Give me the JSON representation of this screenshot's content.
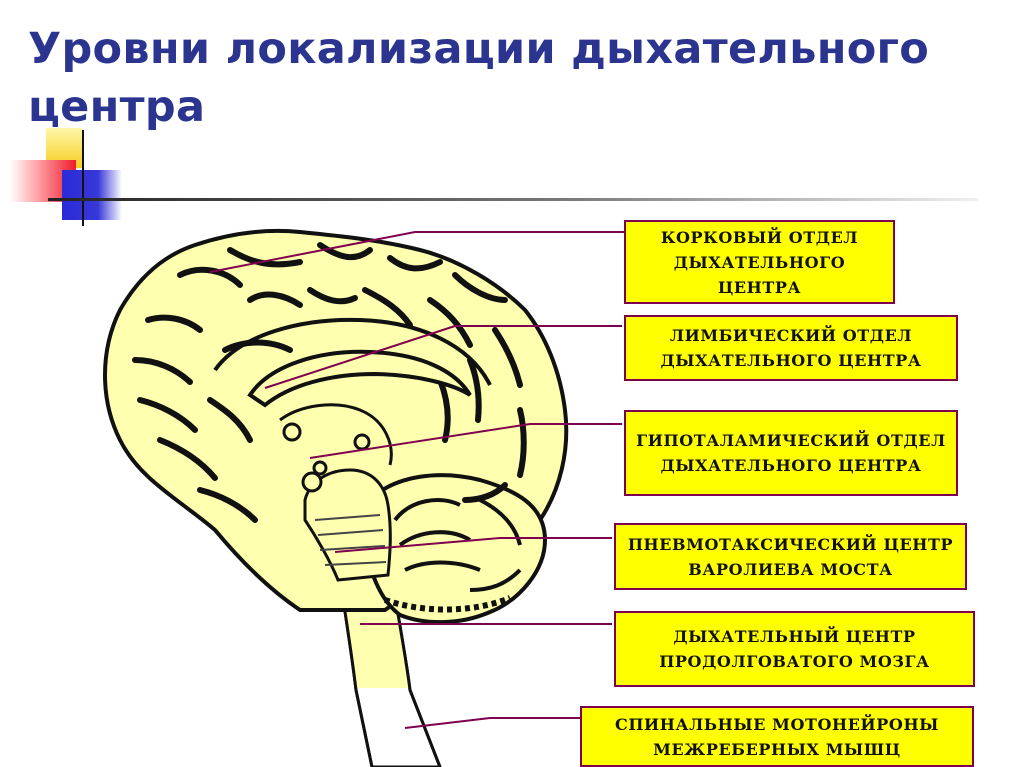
{
  "slide": {
    "title": "Уровни локализации дыхательного центра"
  },
  "colors": {
    "title": "#2b3590",
    "brain_fill": "#ffffb0",
    "label_fill": "#ffff00",
    "label_border": "#800050",
    "leader_line": "#800050"
  },
  "labels": [
    {
      "id": "cortical",
      "text": "КОРКОВЫЙ ОТДЕЛ ДЫХАТЕЛЬНОГО ЦЕНТРА"
    },
    {
      "id": "limbic",
      "text": "ЛИМБИЧЕСКИЙ ОТДЕЛ ДЫХАТЕЛЬНОГО ЦЕНТРА"
    },
    {
      "id": "hypothalamic",
      "text": "ГИПОТАЛАМИЧЕСКИЙ ОТДЕЛ ДЫХАТЕЛЬНОГО ЦЕНТРА"
    },
    {
      "id": "pneumotaxic",
      "text": "ПНЕВМОТАКСИЧЕСКИЙ ЦЕНТР ВАРОЛИЕВА МОСТА"
    },
    {
      "id": "medulla",
      "text": "ДЫХАТЕЛЬНЫЙ ЦЕНТР ПРОДОЛГОВАТОГО МОЗГА"
    },
    {
      "id": "spinal",
      "text": "СПИНАЛЬНЫЕ МОТОНЕЙРОНЫ МЕЖРЕБЕРНЫХ  МЫШЦ"
    }
  ]
}
